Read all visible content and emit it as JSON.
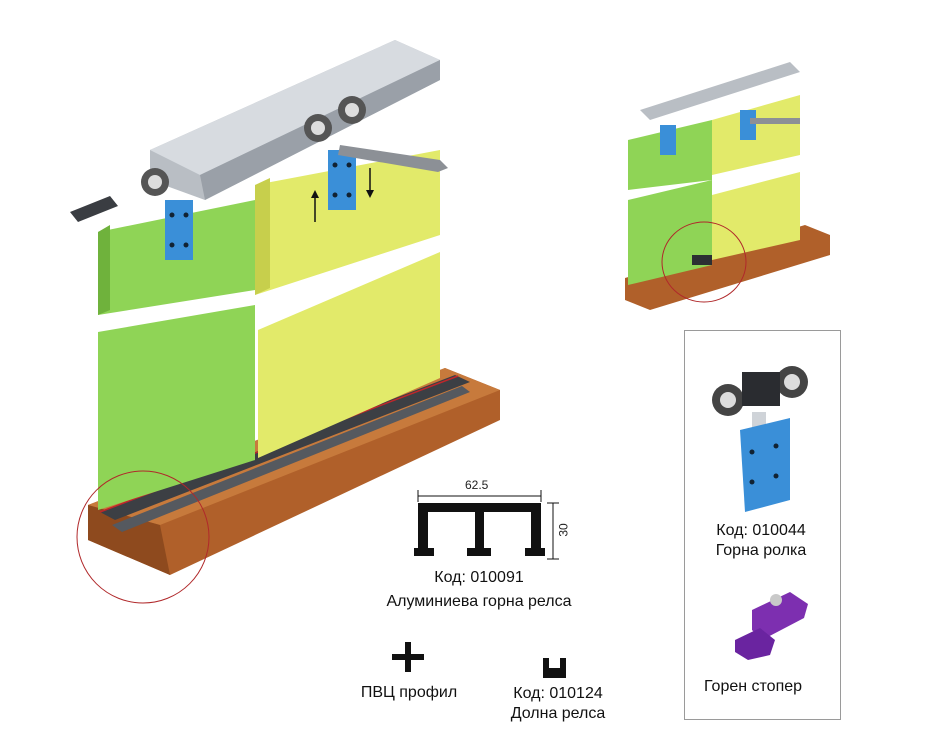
{
  "main_rail": {
    "width_dim": "62.5",
    "height_dim": "30",
    "code": "Код: 010091",
    "name": "Алуминиева горна релса"
  },
  "pvc_profile": {
    "name": "ПВЦ  профил"
  },
  "bottom_rail": {
    "code": "Код: 010124",
    "name": "Долна релса"
  },
  "top_roller": {
    "code": "Код: 010044",
    "name": "Горна ролка"
  },
  "top_stopper": {
    "name": "Горен стопер"
  },
  "colors": {
    "panel_green": "#8fd456",
    "panel_yellow": "#e2ea6a",
    "wood": "#b0602a",
    "rail_grey": "#b9bec4",
    "bracket_blue": "#3a8fd8",
    "stopper_purple": "#7d2fb0",
    "highlight_circle": "#b0282a"
  }
}
